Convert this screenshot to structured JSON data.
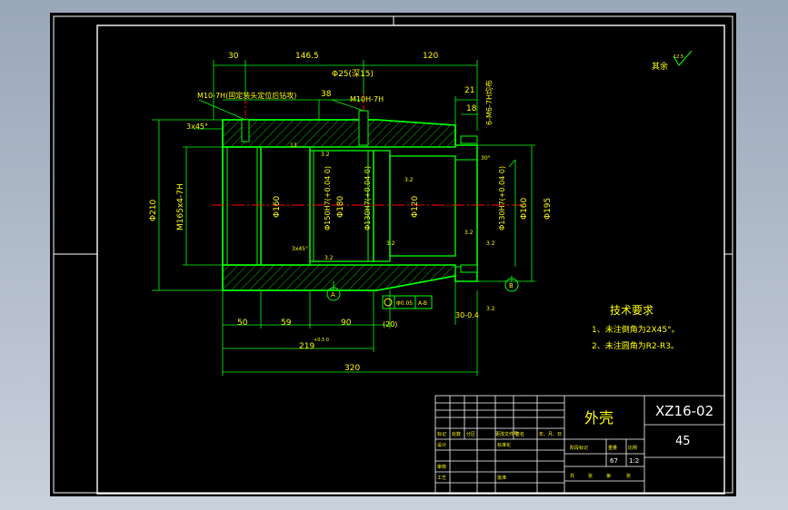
{
  "dims": {
    "d30": "30",
    "d146": "146.5",
    "d120": "120",
    "phi25": "Φ25(深15)",
    "m10_note": "M10-7H(固定装头定位后钻攻)",
    "d38": "38",
    "m10h": "M10H-7H",
    "d21": "21",
    "d18": "18",
    "m6": "6-M6-7H均布",
    "chamfer": "3x45°",
    "phi210": "Φ210",
    "thread": "M165x4-7H",
    "phi160a": "Φ160",
    "phi150": "Φ150H7(+0.04 0)",
    "phi180": "Φ180",
    "phi130": "Φ130H7(+0.04 0)",
    "phi120": "Φ120",
    "phi130b": "Φ130H7(+0.04 0)",
    "phi160b": "Φ160",
    "phi195": "Φ195",
    "ra32a": "3.2",
    "ra32b": "3.2",
    "ra32c": "3.2",
    "ra32d": "3.2",
    "ra32e": "3.2",
    "ra32f": "3.2",
    "ra32g": "3.2",
    "ang3x45": "3x45°",
    "ang30": "30°",
    "ang30b": "30-0.4",
    "d50": "50",
    "d59": "59",
    "d90": "90",
    "d20": "(20)",
    "d219": "219",
    "d219tol": "+0.5 0",
    "d320": "320",
    "d13": "13",
    "datum_a": "A",
    "datum_b": "B",
    "tol_value": "Φ0.05",
    "tol_ref": "A-B",
    "rough_top": "12.5",
    "rough_rest": "其余"
  },
  "tech": {
    "title": "技术要求",
    "line1": "1、未注倒角为2X45°。",
    "line2": "2、未注圆角为R2-R3。"
  },
  "titleblock": {
    "part_name": "外壳",
    "drawing_no": "XZ16-02",
    "material": "45",
    "h_mark": "标记",
    "h_count": "处数",
    "h_zone": "分区",
    "h_doc": "更改文件号",
    "h_sign": "签名",
    "h_date": "年、月、日",
    "h_design": "设计",
    "h_std": "标准化",
    "h_stage": "阶段标记",
    "h_weight": "重量",
    "h_scale": "比例",
    "h_review": "审核",
    "h_craft": "工艺",
    "h_approve": "批准",
    "weight": "67",
    "scale": "1:2",
    "h_sheets": "共",
    "h_sheet": "张",
    "h_page": "第"
  },
  "colors": {
    "geometry": "#00ff00",
    "text": "#ffff00",
    "frame": "#ffffff",
    "center": "#ff0000",
    "dim": "#00ff00"
  }
}
